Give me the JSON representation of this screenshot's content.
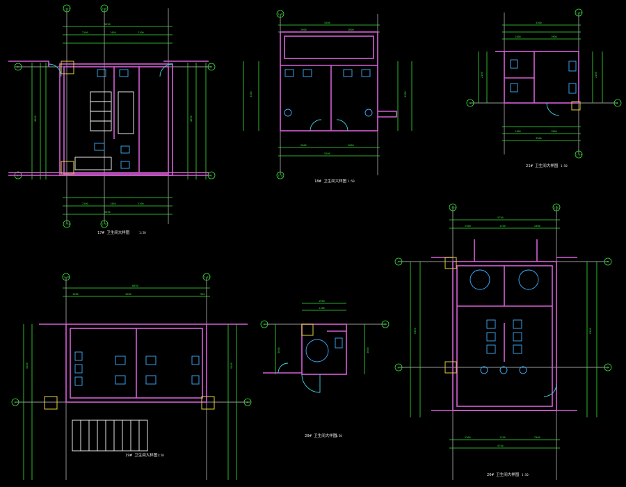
{
  "canvas": {
    "background": "#000000"
  },
  "colors": {
    "wall": "#d65fd6",
    "dimension": "#39e639",
    "fixture": "#3fb0ff",
    "door": "#3fd9e6",
    "grid": "#cfcfcf",
    "column": "#e6d23a"
  },
  "plans": {
    "p17": {
      "title": "17# 卫生间大样图",
      "scale": "1:50",
      "axis_top_left": "1-17",
      "axis_top_right": "1-17",
      "axis_bottom_left": "1-18",
      "axis_bottom_right": "1-17",
      "axis_left_top": "D",
      "axis_left_bottom": "E",
      "axis_right_top": "D",
      "axis_right_bottom": "E",
      "dims_top": [
        "2100",
        "1450",
        "2100"
      ],
      "dim_top_total": "5650",
      "dims_bottom": [
        "2100",
        "1450",
        "2100"
      ],
      "dim_bottom_total": "5650",
      "dim_left": "4200",
      "dim_right": "4200"
    },
    "p18": {
      "title": "18# 卫生间大样图",
      "scale": "1:50",
      "axis_top": "1-11",
      "axis_bottom": "1-11",
      "dim_top_total": "5200",
      "dims_top": [
        "2600",
        "2600"
      ],
      "dims_bottom": [
        "2600",
        "2600"
      ],
      "dim_bottom_total": "5200",
      "dim_left": "3300",
      "dim_right": "3300"
    },
    "p21": {
      "title": "21# 卫生间大样图",
      "scale": "1:50",
      "axis_top": "1-14",
      "axis_left": "A",
      "axis_right": "A",
      "axis_bottom": "1-14",
      "dims_top": [
        "1400",
        "1900"
      ],
      "dim_top_total": "3300",
      "dims_bottom": [
        "1400",
        "1900"
      ],
      "dim_bottom_total": "3300",
      "dim_left": "2100",
      "dim_right": "2100"
    },
    "p19": {
      "title": "19# 卫生间大样图",
      "scale": "1:50",
      "axis_top_left": "1-10",
      "axis_top_right": "1-11",
      "dim_top_total": "6650",
      "dims_top": [
        "1500",
        "4200",
        "950"
      ],
      "dim_left": "5100",
      "dim_right": "5100",
      "axis_left": "A",
      "axis_right": "A"
    },
    "p20a": {
      "title": "20# 卫生间大样图",
      "scale": "1:50",
      "axis_left": "B",
      "axis_right": "B",
      "dims_top": [
        "1950",
        "1100"
      ],
      "dim_left": "3000",
      "dim_right": "3000"
    },
    "p20b": {
      "title": "20# 卫生间大样图",
      "scale": "1:50",
      "axis_top_left": "1-10",
      "axis_top_right": "1-11",
      "axis_left_top": "A",
      "axis_left_mid": "B",
      "axis_right_top": "A",
      "axis_right_mid": "B",
      "dims_top": [
        "2300",
        "1150",
        "2300"
      ],
      "dim_top_total": "5750",
      "dims_bottom": [
        "2300",
        "1150",
        "2300"
      ],
      "dim_bottom_total": "5750",
      "dim_left": "6300",
      "dim_right": "6300"
    }
  }
}
